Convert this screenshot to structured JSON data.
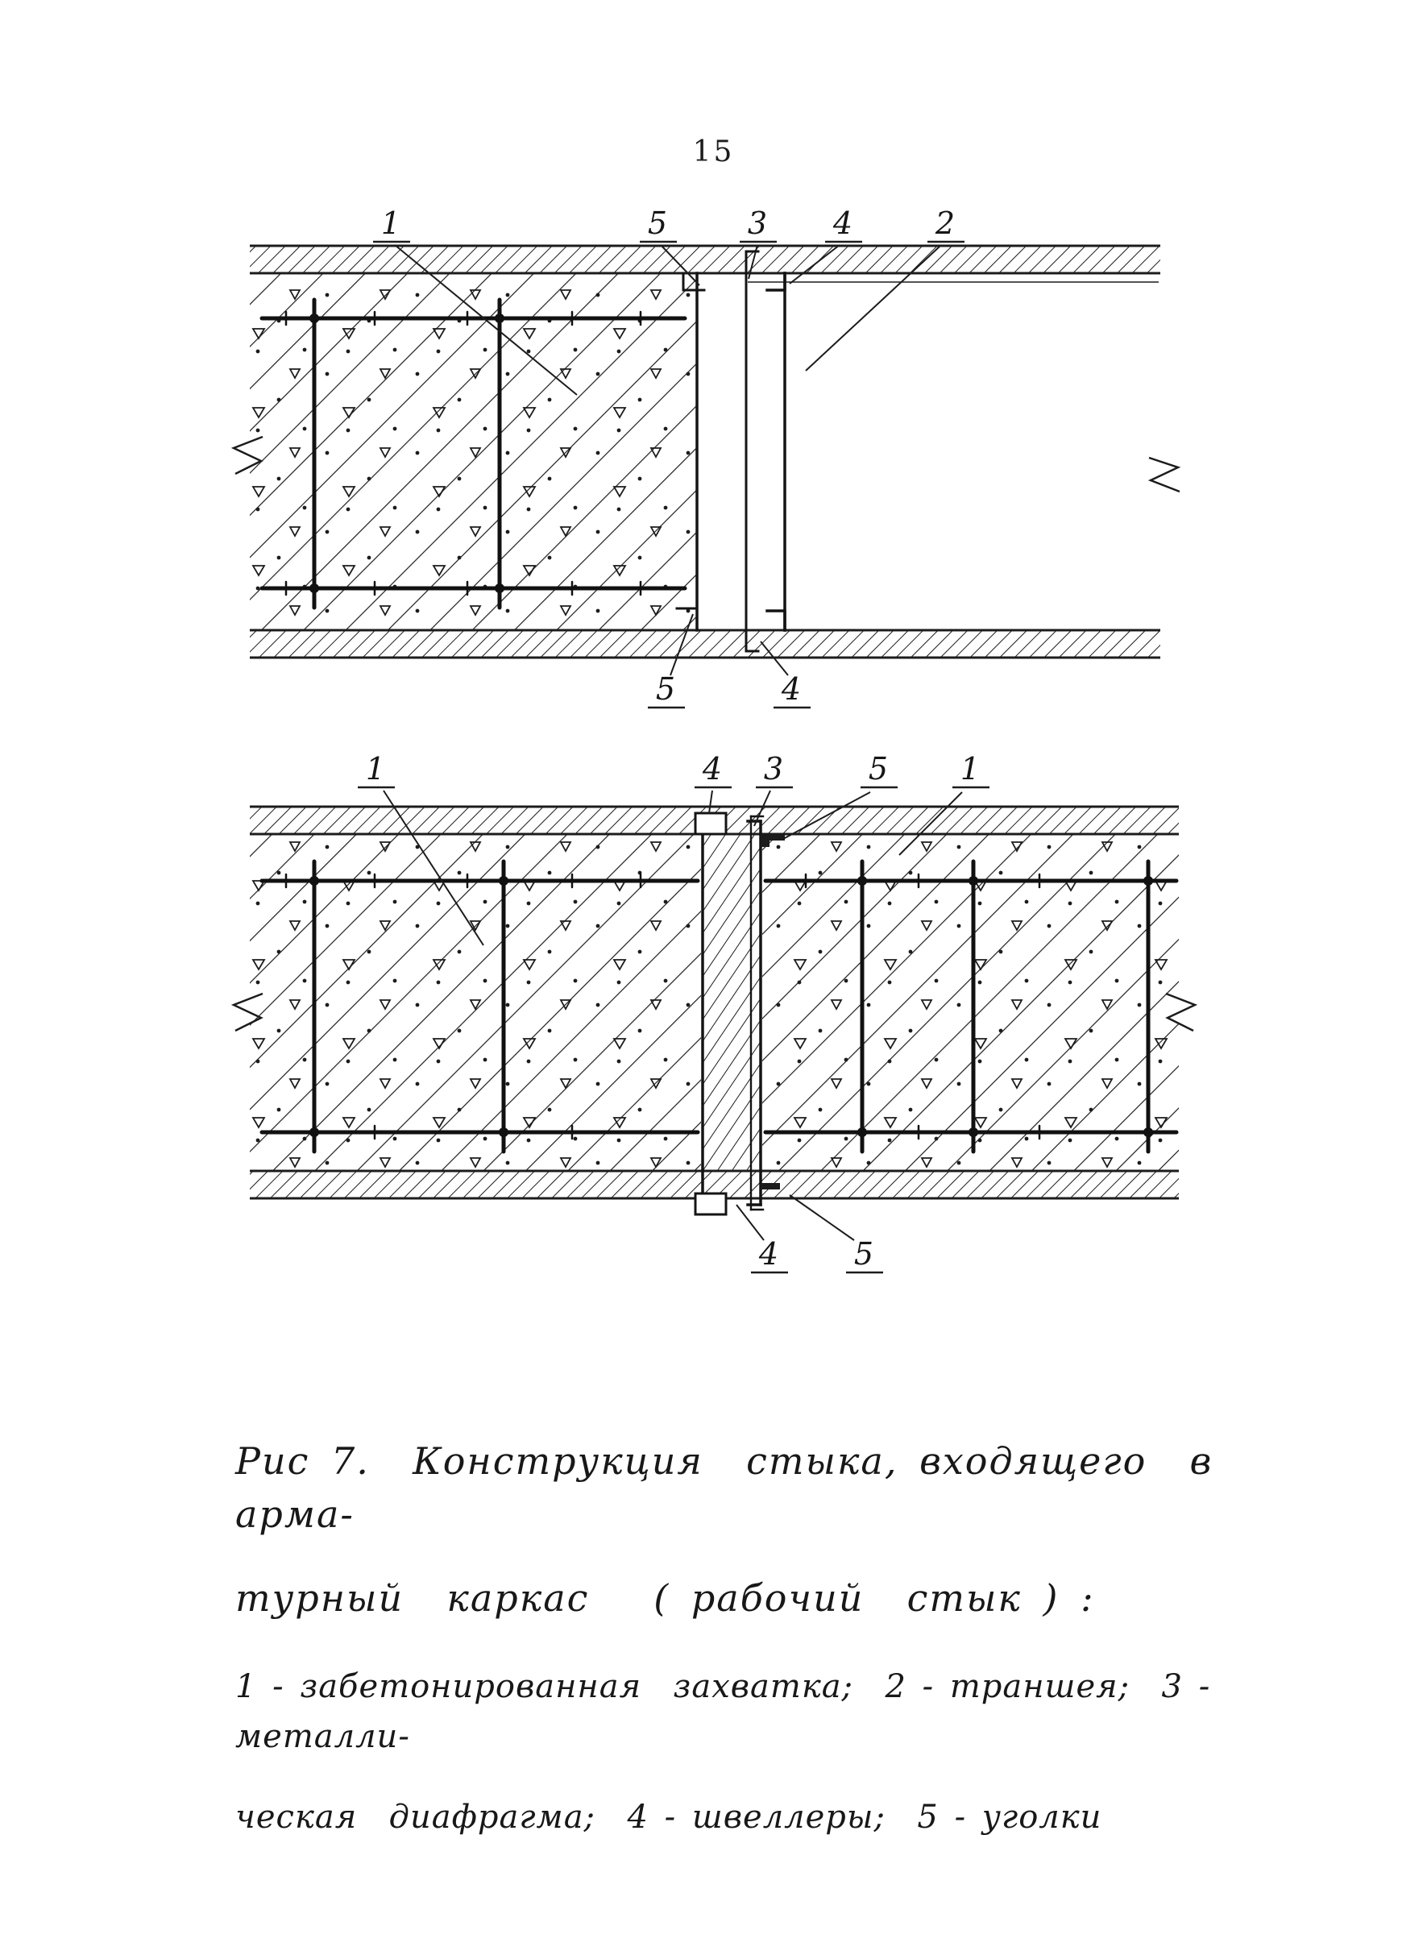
{
  "page": {
    "number": "15"
  },
  "top_figure": {
    "callouts": {
      "c1": "1",
      "c5_top": "5",
      "c3": "3",
      "c4_top": "4",
      "c2": "2",
      "c5_bottom": "5",
      "c4_bottom": "4"
    }
  },
  "bottom_figure": {
    "callouts": {
      "c1_left": "1",
      "c4_top": "4",
      "c3": "3",
      "c5_top": "5",
      "c1_right": "1",
      "c4_bottom": "4",
      "c5_bottom": "5"
    }
  },
  "caption": {
    "title_line1": "Рис 7.  Конструкция  стыка, входящего  в арма-",
    "title_line2": "турный  каркас   ( рабочий  стык ) :",
    "legend_line1": "1 - забетонированная  захватка;  2 - траншея;  3 - металли-",
    "legend_line2": "ческая  диафрагма;  4 - швеллеры;  5 - уголки"
  },
  "colors": {
    "ink": "#1c1c1c",
    "paper": "#ffffff"
  }
}
